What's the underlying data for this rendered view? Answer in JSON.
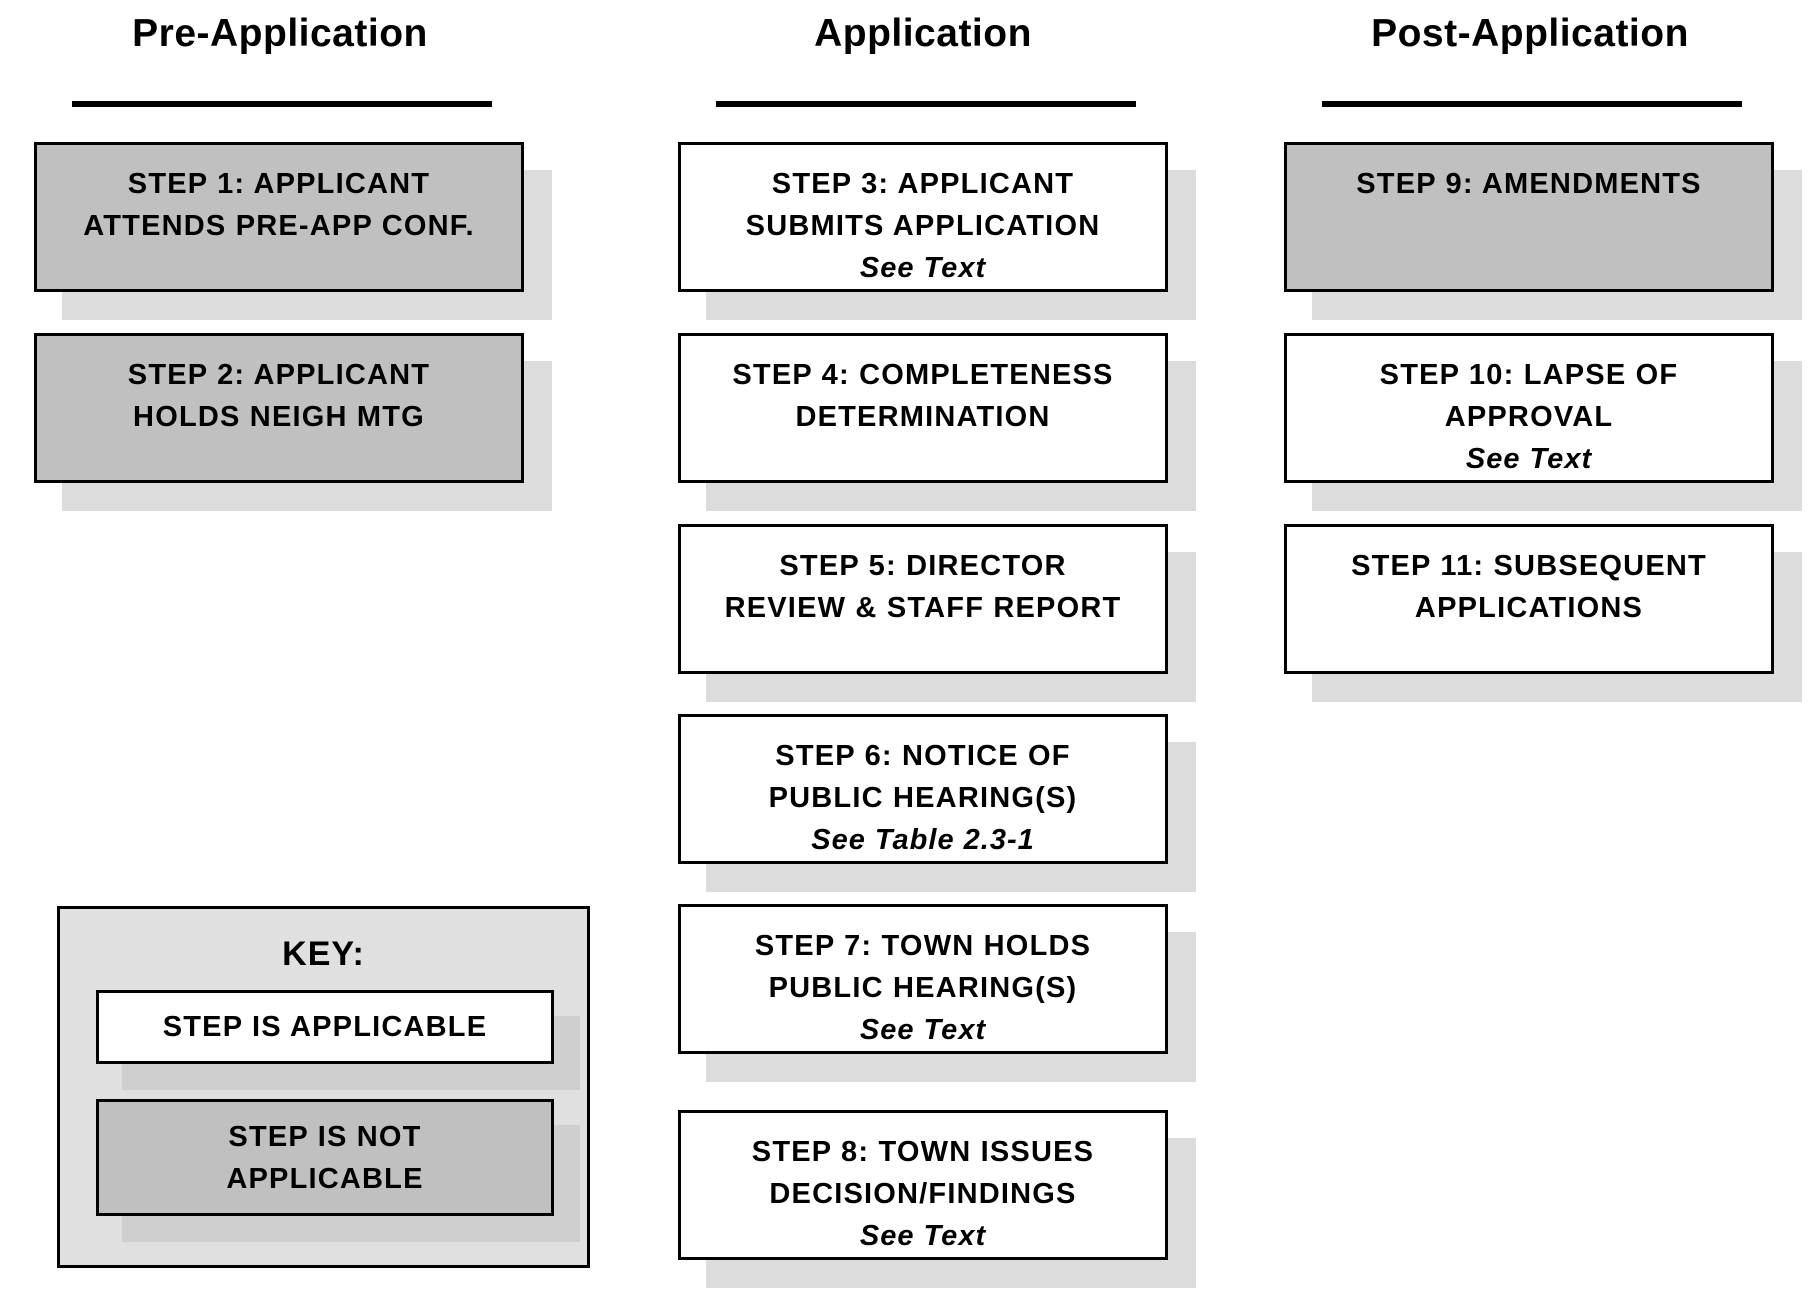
{
  "columns": {
    "pre": "Pre-Application",
    "app": "Application",
    "post": "Post-Application"
  },
  "steps": {
    "s1": {
      "line1": "STEP 1:  APPLICANT",
      "line2": "ATTENDS PRE-APP CONF.",
      "applicable": false
    },
    "s2": {
      "line1": "STEP 2:  APPLICANT",
      "line2": "HOLDS NEIGH MTG",
      "applicable": false
    },
    "s3": {
      "line1": "STEP 3:  APPLICANT",
      "line2": "SUBMITS APPLICATION",
      "note": "See Text",
      "applicable": true
    },
    "s4": {
      "line1": "STEP 4:  COMPLETENESS",
      "line2": "DETERMINATION",
      "applicable": true
    },
    "s5": {
      "line1": "STEP 5:  DIRECTOR",
      "line2": "REVIEW & STAFF REPORT",
      "applicable": true
    },
    "s6": {
      "line1": "STEP 6:  NOTICE OF",
      "line2": "PUBLIC HEARING(S)",
      "note": "See Table 2.3-1",
      "applicable": true
    },
    "s7": {
      "line1": "STEP 7:  TOWN HOLDS",
      "line2": "PUBLIC HEARING(S)",
      "note": "See Text",
      "applicable": true
    },
    "s8": {
      "line1": "STEP 8:  TOWN ISSUES",
      "line2": "DECISION/FINDINGS",
      "note": "See Text",
      "applicable": true
    },
    "s9": {
      "line1": "STEP 9: AMENDMENTS",
      "applicable": false
    },
    "s10": {
      "line1": "STEP 10:  LAPSE OF",
      "line2": "APPROVAL",
      "note": "See Text",
      "applicable": true
    },
    "s11": {
      "line1": "STEP 11:  SUBSEQUENT",
      "line2": "APPLICATIONS",
      "applicable": true
    }
  },
  "key": {
    "title": "KEY:",
    "applicable": "STEP IS APPLICABLE",
    "not_applicable_line1": "STEP IS NOT",
    "not_applicable_line2": "APPLICABLE"
  },
  "colors": {
    "not_applicable_fill": "#c0c0c0",
    "applicable_fill": "#ffffff",
    "shadow": "#dcdcdc",
    "key_background": "#e0e0e0"
  }
}
